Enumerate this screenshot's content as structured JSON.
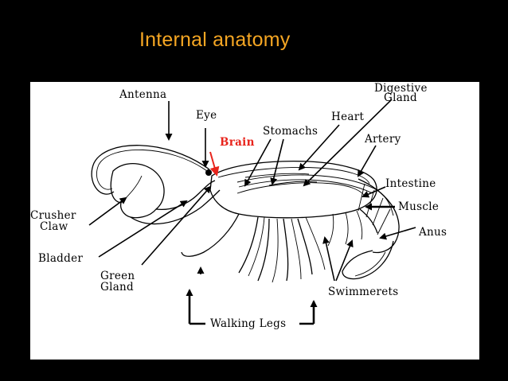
{
  "slide": {
    "title": "Internal anatomy",
    "title_color": "#f5a623",
    "background": "#000000"
  },
  "diagram": {
    "labels": {
      "antenna": "Antenna",
      "eye": "Eye",
      "brain": "Brain",
      "stomachs": "Stomachs",
      "heart": "Heart",
      "digestive_gland_1": "Digestive",
      "digestive_gland_2": "Gland",
      "artery": "Artery",
      "intestine": "Intestine",
      "muscle": "Muscle",
      "anus": "Anus",
      "crusher_claw_1": "Crusher",
      "crusher_claw_2": "Claw",
      "bladder": "Bladder",
      "green_gland_1": "Green",
      "green_gland_2": "Gland",
      "swimmerets": "Swimmerets",
      "walking_legs": "Walking Legs"
    },
    "highlight_color": "#e8241c"
  }
}
